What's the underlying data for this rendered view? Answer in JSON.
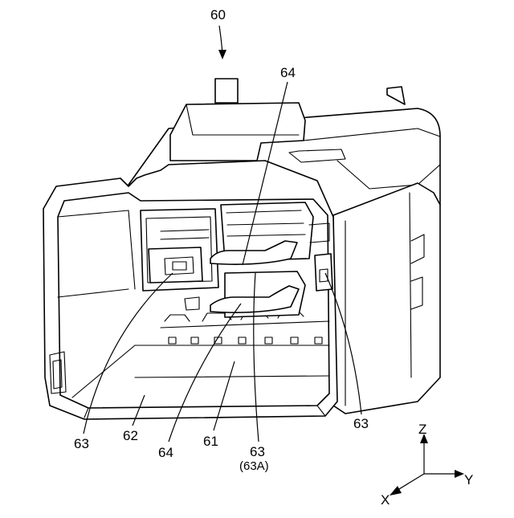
{
  "figure": {
    "reference_labels": {
      "assembly": "60",
      "part_64_top": "64",
      "part_63_left": "63",
      "part_62": "62",
      "part_64_bottom": "64",
      "part_61": "61",
      "part_63_center": "63",
      "part_63A": "(63A)",
      "part_63_right": "63"
    },
    "axes": {
      "z": "Z",
      "y": "Y",
      "x": "X"
    }
  }
}
